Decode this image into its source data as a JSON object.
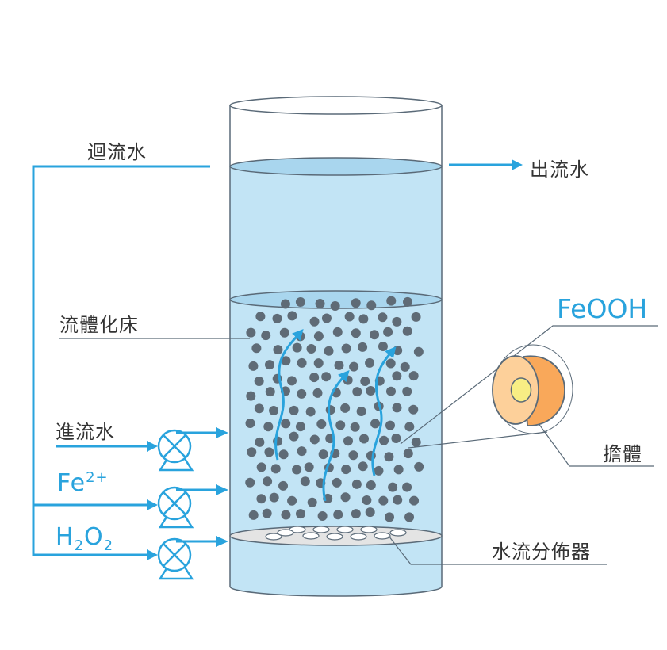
{
  "labels": {
    "recirculation": "迴流水",
    "outflow": "出流水",
    "fluidized_bed": "流體化床",
    "inflow": "進流水",
    "fe_base": "Fe",
    "fe_charge": "2+",
    "h": "H",
    "h_sub": "2",
    "o": "O",
    "o_sub": "2",
    "feooh": "FeOOH",
    "carrier": "擔體",
    "distributor": "水流分佈器"
  },
  "colors": {
    "accent": "#29a3dd",
    "water": "#c2e4f5",
    "particle": "#5f6b76",
    "feooh_shell": "#fdd09a",
    "feooh_side": "#f9a85a",
    "carrier_core": "#f8ee84",
    "outline": "#5a6a78"
  }
}
